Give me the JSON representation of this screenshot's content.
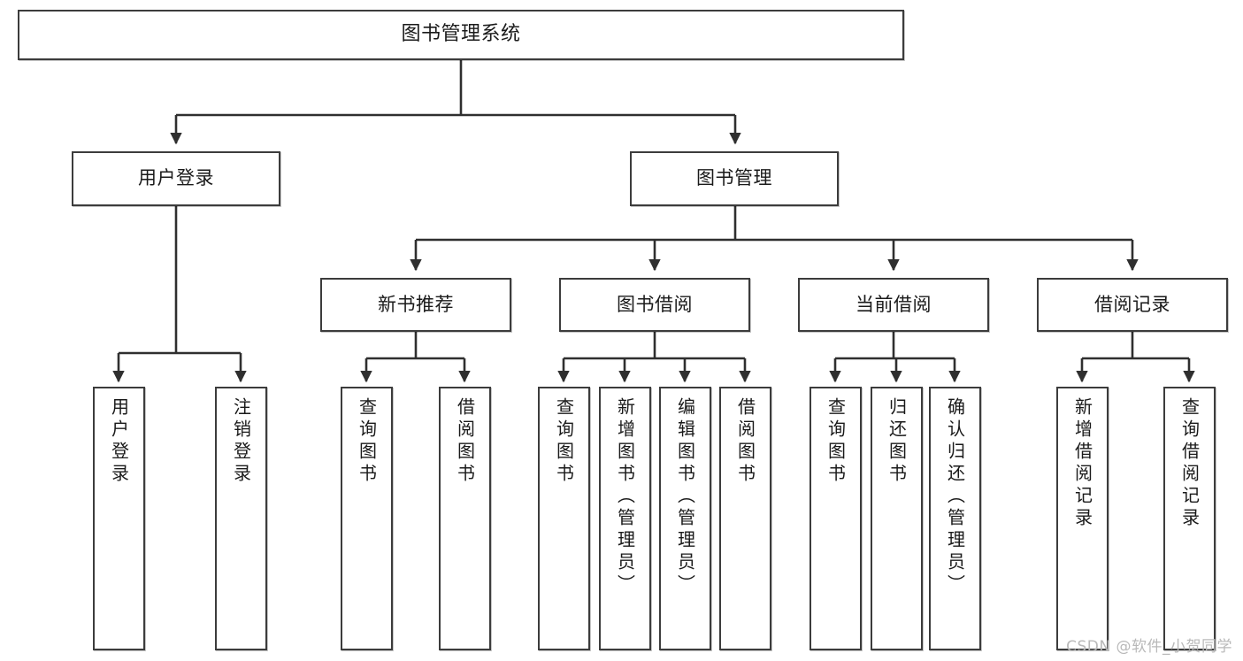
{
  "diagram": {
    "title_node": {
      "label": "图书管理系统"
    },
    "level2": [
      {
        "id": "user-login",
        "label": "用户登录"
      },
      {
        "id": "book-manage",
        "label": "图书管理"
      }
    ],
    "level3": [
      {
        "id": "new-book-recommend",
        "label": "新书推荐"
      },
      {
        "id": "book-borrow",
        "label": "图书借阅"
      },
      {
        "id": "current-borrow",
        "label": "当前借阅"
      },
      {
        "id": "borrow-record",
        "label": "借阅记录"
      }
    ],
    "leaves": [
      {
        "id": "leaf-user-login",
        "label": "用户登录"
      },
      {
        "id": "leaf-logout-login",
        "label": "注销登录"
      },
      {
        "id": "leaf-query-book-1",
        "label": "查询图书"
      },
      {
        "id": "leaf-borrow-book-1",
        "label": "借阅图书"
      },
      {
        "id": "leaf-query-book-2",
        "label": "查询图书"
      },
      {
        "id": "leaf-add-book",
        "label": "新增图书（管理员）"
      },
      {
        "id": "leaf-edit-book",
        "label": "编辑图书（管理员）"
      },
      {
        "id": "leaf-borrow-book-2",
        "label": "借阅图书"
      },
      {
        "id": "leaf-query-book-3",
        "label": "查询图书"
      },
      {
        "id": "leaf-return-book",
        "label": "归还图书"
      },
      {
        "id": "leaf-confirm-return",
        "label": "确认归还（管理员）"
      },
      {
        "id": "leaf-add-borrow-record",
        "label": "新增借阅记录"
      },
      {
        "id": "leaf-query-borrow-record",
        "label": "查询借阅记录"
      }
    ]
  },
  "watermark": {
    "text": "CSDN @软件_小贺同学"
  },
  "colors": {
    "box_border": "#3c3c3c",
    "box_fill": "#ffffff",
    "connector": "#2f2f2f",
    "text": "#1a1a1a",
    "watermark": "#b9b9b9",
    "background": "#ffffff"
  }
}
